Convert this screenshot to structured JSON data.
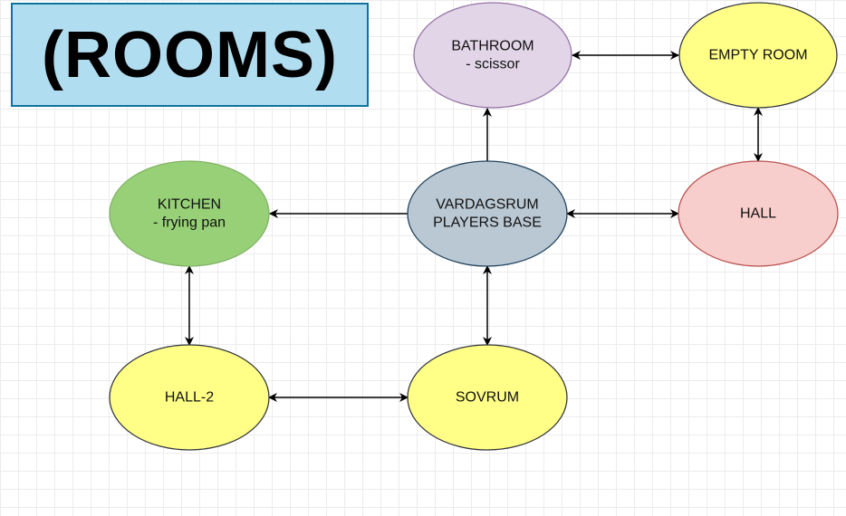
{
  "diagram": {
    "title": "(ROOMS)",
    "colors": {
      "title_fill": "#b1ddf0",
      "title_stroke": "#10739e",
      "purple_fill": "#e1d5e7",
      "purple_stroke": "#9673a6",
      "yellow_fill": "#ffff88",
      "yellow_stroke": "#36393d",
      "green_fill": "#97d077",
      "green_stroke": "#82b366",
      "gray_fill": "#bac8d3",
      "gray_stroke": "#23445d",
      "red_fill": "#f8cecc",
      "red_stroke": "#b85450",
      "arrow": "#000000"
    },
    "nodes": [
      {
        "id": "bathroom",
        "lines": [
          "BATHROOM",
          "- scissor"
        ],
        "color": "purple"
      },
      {
        "id": "empty-room",
        "lines": [
          "EMPTY ROOM"
        ],
        "color": "yellow"
      },
      {
        "id": "kitchen",
        "lines": [
          "KITCHEN",
          "- frying pan"
        ],
        "color": "green"
      },
      {
        "id": "vardagsrum",
        "lines": [
          "VARDAGSRUM",
          "PLAYERS BASE"
        ],
        "color": "gray"
      },
      {
        "id": "hall",
        "lines": [
          "HALL"
        ],
        "color": "red"
      },
      {
        "id": "hall-2",
        "lines": [
          "HALL-2"
        ],
        "color": "yellow"
      },
      {
        "id": "sovrum",
        "lines": [
          "SOVRUM"
        ],
        "color": "yellow"
      }
    ],
    "edges": [
      {
        "from": "bathroom",
        "to": "empty-room",
        "direction": "both"
      },
      {
        "from": "empty-room",
        "to": "hall",
        "direction": "both"
      },
      {
        "from": "vardagsrum",
        "to": "bathroom",
        "direction": "forward"
      },
      {
        "from": "vardagsrum",
        "to": "kitchen",
        "direction": "forward"
      },
      {
        "from": "vardagsrum",
        "to": "hall",
        "direction": "both"
      },
      {
        "from": "vardagsrum",
        "to": "sovrum",
        "direction": "both"
      },
      {
        "from": "kitchen",
        "to": "hall-2",
        "direction": "both"
      },
      {
        "from": "hall-2",
        "to": "sovrum",
        "direction": "both"
      }
    ]
  }
}
